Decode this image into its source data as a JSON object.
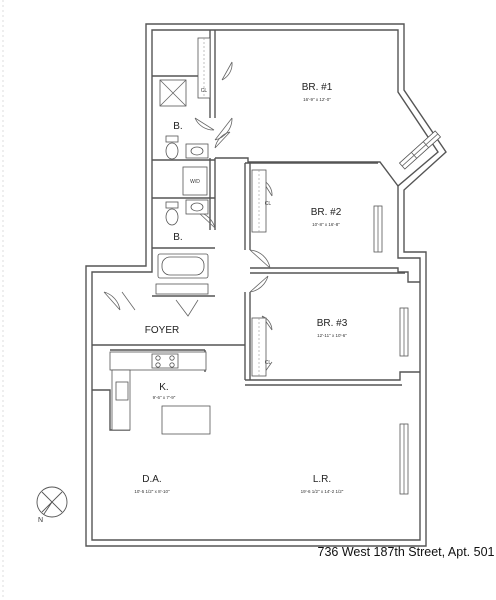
{
  "rooms": {
    "br1": {
      "name": "BR. #1",
      "dims": "16'-9\" x 12'-0\""
    },
    "br2": {
      "name": "BR. #2",
      "dims": "10'-8\" x 16'-8\""
    },
    "br3": {
      "name": "BR. #3",
      "dims": "12'-11\" x 10'-6\""
    },
    "bath1": {
      "name": "B."
    },
    "bath2": {
      "name": "B."
    },
    "foyer": {
      "name": "FOYER"
    },
    "kitchen": {
      "name": "K.",
      "dims": "9'-6\" x 7'-9\""
    },
    "dining": {
      "name": "D.A.",
      "dims": "10'-5 1/2\" x 8'-10\""
    },
    "living": {
      "name": "L.R.",
      "dims": "19'-6 1/2\" x 14'-2 1/2\""
    }
  },
  "closets": {
    "br1": "CL",
    "br2": "CL",
    "br3": "CL",
    "hall": "W/D"
  },
  "compass": {
    "label": "N"
  },
  "address": "736 West 187th Street, Apt. 501"
}
